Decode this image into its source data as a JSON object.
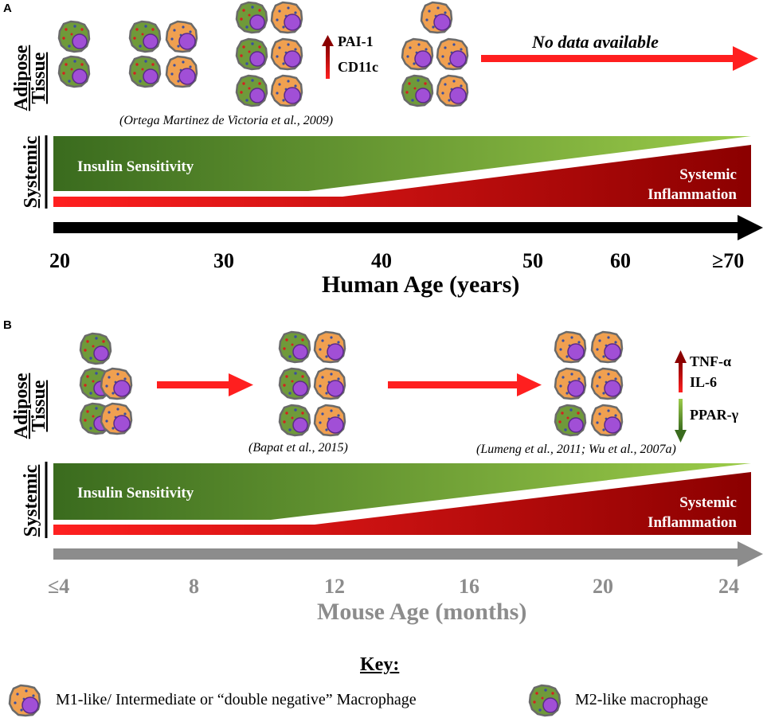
{
  "panel_a": {
    "letter": "A",
    "adipose_label": "Adipose",
    "tissue_label": "Tissue",
    "systemic_label": "Systemic",
    "markers": [
      "PAI-1",
      "CD11c"
    ],
    "no_data_text": "No data available",
    "citation": "(Ortega Martinez de Victoria et al., 2009)",
    "insulin_text": "Insulin Sensitivity",
    "inflammation_line1": "Systemic",
    "inflammation_line2": "Inflammation",
    "ticks": [
      "20",
      "30",
      "40",
      "50",
      "60",
      "≥70"
    ],
    "axis_title": "Human Age (years)"
  },
  "panel_b": {
    "letter": "B",
    "adipose_label": "Adipose",
    "tissue_label": "Tissue",
    "systemic_label": "Systemic",
    "markers_up": [
      "TNF-α",
      "IL-6"
    ],
    "markers_down": [
      "PPAR-γ"
    ],
    "citation_mid": "(Bapat et al., 2015)",
    "citation_right": "(Lumeng et al., 2011; Wu et al., 2007a)",
    "insulin_text": "Insulin Sensitivity",
    "inflammation_line1": "Systemic",
    "inflammation_line2": "Inflammation",
    "ticks": [
      "≤4",
      "8",
      "12",
      "16",
      "20",
      "24"
    ],
    "axis_title": "Mouse Age (months)"
  },
  "key": {
    "title": "Key:",
    "m1_label": "M1-like/ Intermediate or “double negative” Macrophage",
    "m2_label": "M2-like macrophage"
  },
  "colors": {
    "green_dark": "#3a6b1e",
    "green_light": "#8cc63f",
    "red_light": "#ff1a1a",
    "red_dark": "#8b0000",
    "arrow_red": "#ff1f1f",
    "human_axis": "#000000",
    "mouse_axis": "#8c8c8c",
    "m1_cell": "#f0a050",
    "m2_cell": "#6f9a3a",
    "nucleus": "#a14fd6"
  }
}
